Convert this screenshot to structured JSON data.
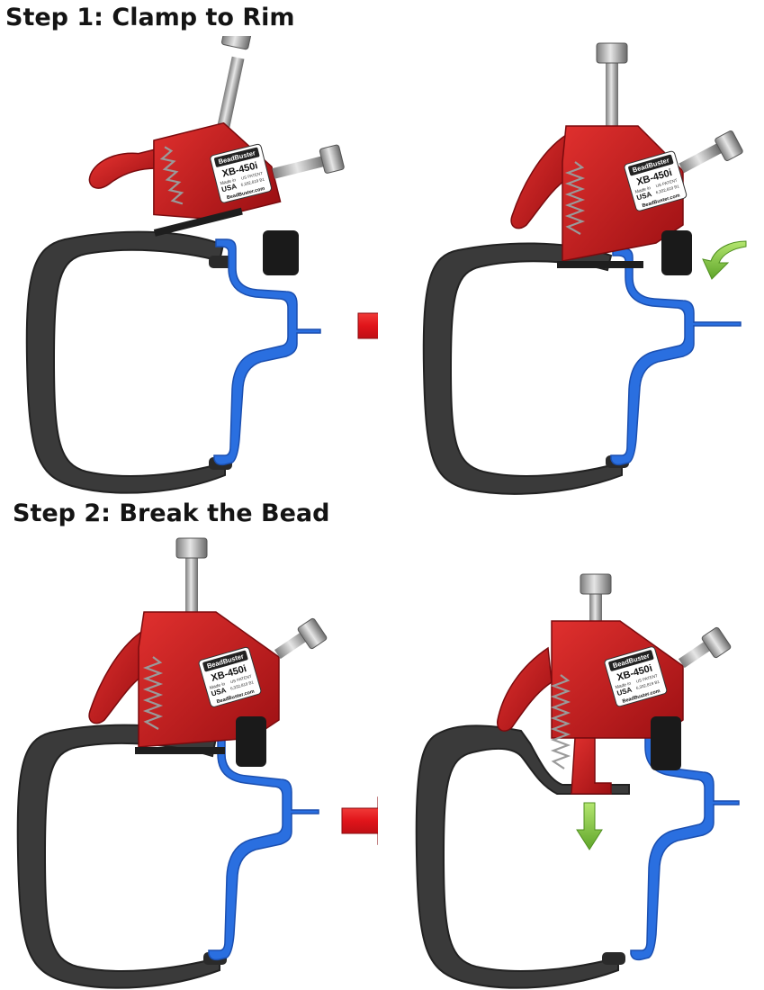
{
  "steps": [
    {
      "title": "Step 1: Clamp to Rim"
    },
    {
      "title": "Step 2: Break the Bead"
    }
  ],
  "tool_label": {
    "brand": "BeadBuster",
    "model": "XB-450i",
    "made_in_line1": "Made in",
    "made_in_line2": "USA",
    "patent_line1": "US PATENT",
    "patent_line2": "6,332,819 B1",
    "website": "BeadBuster.com"
  },
  "colors": {
    "tool_red": "#c0161c",
    "tool_dark_red": "#8c0e12",
    "rim_blue": "#2a6fe0",
    "tire_dark": "#3a3a3a",
    "progress_arrow": "#e0141a",
    "motion_arrow": "#79c23c"
  },
  "icons": {
    "progress": "red-arrow-right-icon",
    "clamp_motion": "green-curved-arrow-icon",
    "press_motion": "green-arrow-down-icon"
  }
}
